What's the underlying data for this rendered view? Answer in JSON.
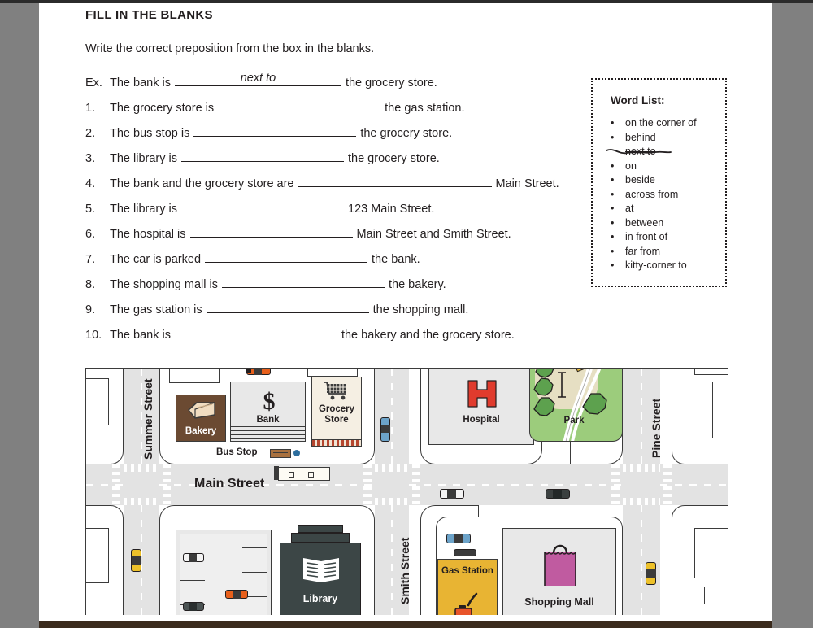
{
  "page": {
    "title": "FILL IN THE BLANKS",
    "instructions": "Write the correct preposition from the box in the blanks."
  },
  "questions": [
    {
      "num": "Ex.",
      "before": "The bank is",
      "answer": "next to",
      "after": "the grocery store.",
      "blank_width": 205
    },
    {
      "num": "1.",
      "before": "The grocery store is",
      "answer": "",
      "after": "the gas station.",
      "blank_width": 200
    },
    {
      "num": "2.",
      "before": "The bus stop is",
      "answer": "",
      "after": "the grocery store.",
      "blank_width": 200
    },
    {
      "num": "3.",
      "before": "The library is",
      "answer": "",
      "after": "the grocery store.",
      "blank_width": 200
    },
    {
      "num": "4.",
      "before": "The bank and the grocery store are",
      "answer": "",
      "after": "Main Street.",
      "blank_width": 238
    },
    {
      "num": "5.",
      "before": "The library is",
      "answer": "",
      "after": "123 Main Street.",
      "blank_width": 200
    },
    {
      "num": "6.",
      "before": "The hospital is",
      "answer": "",
      "after": "Main Street and Smith Street.",
      "blank_width": 200
    },
    {
      "num": "7.",
      "before": "The car is parked",
      "answer": "",
      "after": "the bank.",
      "blank_width": 200
    },
    {
      "num": "8.",
      "before": "The shopping mall is",
      "answer": "",
      "after": "the bakery.",
      "blank_width": 200
    },
    {
      "num": "9.",
      "before": "The gas station is",
      "answer": "",
      "after": "the shopping mall.",
      "blank_width": 200
    },
    {
      "num": "10.",
      "before": "The bank is",
      "answer": "",
      "after": "the bakery and the grocery store.",
      "blank_width": 200
    }
  ],
  "word_list": {
    "title": "Word List:",
    "bullet": "•",
    "items": [
      {
        "label": "on the corner of",
        "struck": false
      },
      {
        "label": "behind",
        "struck": false
      },
      {
        "label": "next to",
        "struck": true
      },
      {
        "label": "on",
        "struck": false
      },
      {
        "label": "beside",
        "struck": false
      },
      {
        "label": "across from",
        "struck": false
      },
      {
        "label": "at",
        "struck": false
      },
      {
        "label": "between",
        "struck": false
      },
      {
        "label": "in front of",
        "struck": false
      },
      {
        "label": "far from",
        "struck": false
      },
      {
        "label": "kitty-corner to",
        "struck": false
      }
    ]
  },
  "map": {
    "streets": [
      {
        "name": "Summer Street",
        "orientation": "vertical"
      },
      {
        "name": "Smith Street",
        "orientation": "vertical"
      },
      {
        "name": "Pine Street",
        "orientation": "vertical"
      },
      {
        "name": "Main Street",
        "orientation": "horizontal"
      }
    ],
    "places": [
      {
        "name": "Bakery",
        "color": "#6b4a32",
        "text_color": "#ffffff",
        "icon": "bread-icon"
      },
      {
        "name": "Bank",
        "color": "#e8e8e8",
        "text_color": "#231f20",
        "icon": "dollar-icon"
      },
      {
        "name": "Grocery Store",
        "color": "#f5efe3",
        "text_color": "#231f20",
        "icon": "shopping-cart-icon"
      },
      {
        "name": "Hospital",
        "color": "#e8e8e8",
        "text_color": "#231f20",
        "icon": "hospital-h-icon"
      },
      {
        "name": "Park",
        "color": "#9ccc7c",
        "text_color": "#231f20",
        "icon": "tree-icon"
      },
      {
        "name": "Library",
        "color": "#3c4646",
        "text_color": "#ffffff",
        "icon": "open-book-icon"
      },
      {
        "name": "Gas Station",
        "color": "#e8b433",
        "text_color": "#231f20",
        "icon": "gas-can-icon"
      },
      {
        "name": "Shopping Mall",
        "color": "#e8e8e8",
        "text_color": "#231f20",
        "icon": "shopping-bag-icon"
      }
    ],
    "bus_stop_label": "Bus Stop"
  },
  "colors": {
    "ink": "#231f20",
    "road": "#e3e3e3",
    "page_surround": "#808080",
    "bakery": "#6b4a32",
    "grocery": "#f5efe3",
    "park_green": "#9ccc7c",
    "library_dark": "#3c4646",
    "gas_yellow": "#e8b433",
    "mall_bag": "#c濃"
  }
}
